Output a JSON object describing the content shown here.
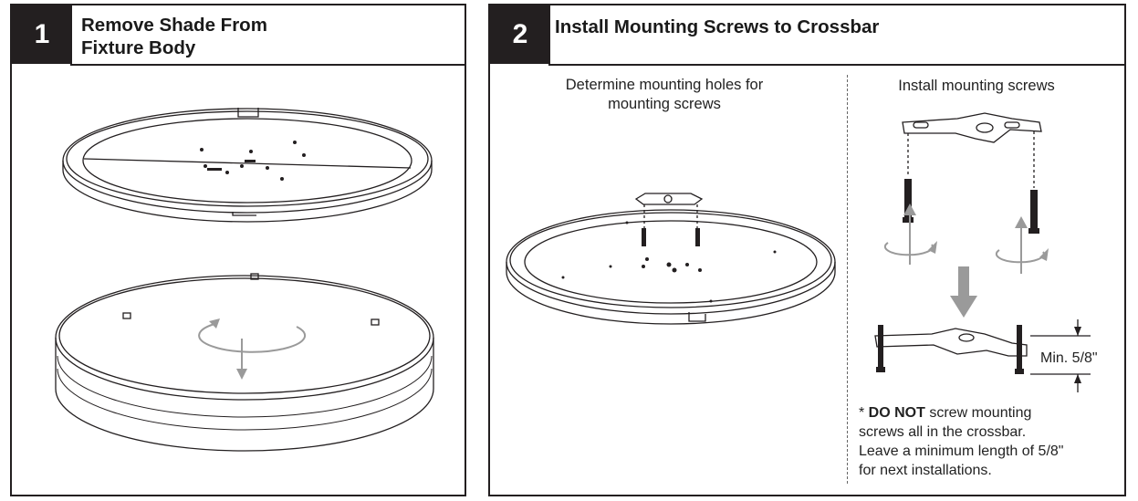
{
  "steps": [
    {
      "number": "1",
      "title_lines": [
        "Remove Shade From",
        "Fixture Body"
      ]
    },
    {
      "number": "2",
      "title": "Install Mounting Screws to Crossbar",
      "left_caption_lines": [
        "Determine mounting holes for",
        "mounting screws"
      ],
      "right_caption": "Install mounting screws",
      "dimension_label": "Min. 5/8\"",
      "note": {
        "prefix": "* ",
        "emphasis": "DO NOT",
        "line1_rest": " screw mounting",
        "line2": "screws all in the crossbar.",
        "line3": "Leave a minimum length of 5/8\"",
        "line4": "for next installations."
      }
    }
  ],
  "colors": {
    "ink": "#231f20",
    "arrow_gray": "#9a9a9a"
  },
  "icons": [
    "rotate-arrow-icon",
    "down-arrow-icon",
    "up-arrow-icon"
  ]
}
